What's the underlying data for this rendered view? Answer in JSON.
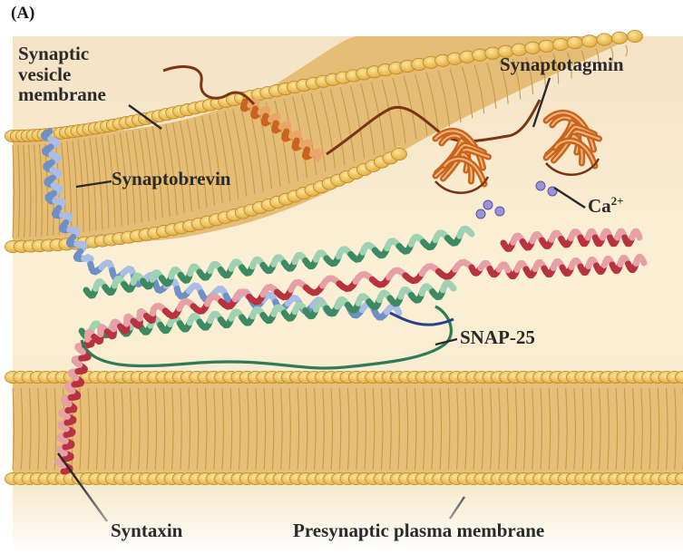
{
  "panel_label": "(A)",
  "labels": {
    "vesicle_membrane": [
      "Synaptic",
      "vesicle",
      "membrane"
    ],
    "synaptobrevin": "Synaptobrevin",
    "synaptotagmin": "Synaptotagmin",
    "calcium_base": "Ca",
    "calcium_charge": "2+",
    "snap25": "SNAP-25",
    "syntaxin": "Syntaxin",
    "plasma_membrane": "Presynaptic plasma membrane"
  },
  "colors": {
    "background": "#fbeed3",
    "lipid_head": "#f0c14a",
    "lipid_head_stroke": "#b8892a",
    "lipid_tail": "#dcae55",
    "membrane_core": "#e9c17a",
    "synaptobrevin": "#6f8fc7",
    "syntaxin": "#b8323f",
    "snap25": "#3d8a62",
    "synaptotagmin": "#c8651e",
    "calcium": "#9a93d6"
  }
}
